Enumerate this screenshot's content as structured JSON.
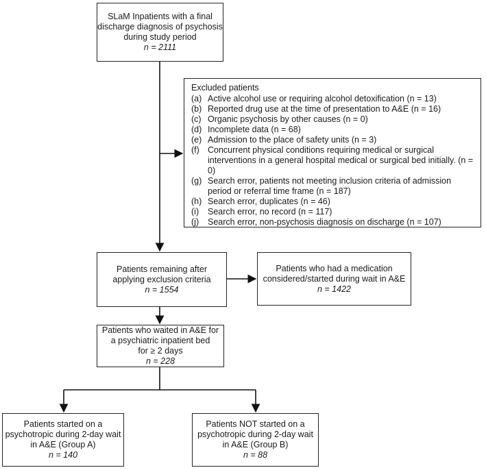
{
  "boxes": {
    "start": {
      "lines": [
        "SLaM Inpatients with a final",
        "discharge diagnosis of psychosis",
        "during study period"
      ],
      "n": "n = 2111"
    },
    "excluded": {
      "title": "Excluded patients",
      "items": [
        {
          "label": "(a)",
          "text": "Active alcohol use or requiring alcohol detoxification (n = 13)"
        },
        {
          "label": "(b)",
          "text": "Reported drug use at the time of presentation to A&E (n = 16)"
        },
        {
          "label": "(c)",
          "text": "Organic psychosis by other causes (n = 0)"
        },
        {
          "label": "(d)",
          "text": "Incomplete data (n = 68)"
        },
        {
          "label": "(e)",
          "text": "Admission to the place of safety units (n = 3)"
        },
        {
          "label": "(f)",
          "text": "Concurrent physical conditions requiring medical or surgical interventions in a general hospital medical or surgical bed initially. (n = 0)"
        },
        {
          "label": "(g)",
          "text": "Search error, patients not meeting inclusion criteria of admission period or referral time frame (n = 187)"
        },
        {
          "label": "(h)",
          "text": "Search error, duplicates (n = 46)"
        },
        {
          "label": "(i)",
          "text": "Search error, no record (n = 117)"
        },
        {
          "label": "(j)",
          "text": "Search error, non-psychosis diagnosis on discharge (n = 107)"
        }
      ]
    },
    "remaining": {
      "lines": [
        "Patients remaining after",
        "applying exclusion criteria"
      ],
      "n": "n = 1554"
    },
    "medication": {
      "lines": [
        "Patients who had a medication",
        "considered/started during wait in A&E"
      ],
      "n": "n = 1422"
    },
    "waited": {
      "lines": [
        "Patients who waited in A&E for",
        "a psychiatric inpatient bed",
        "for ≥ 2 days"
      ],
      "n": "n = 228"
    },
    "groupA": {
      "lines": [
        "Patients started on a",
        "psychotropic during 2-day wait",
        "in A&E (Group A)"
      ],
      "n": "n = 140"
    },
    "groupB": {
      "lines": [
        "Patients NOT started on a",
        "psychotropic during 2-day wait",
        "in A&E (Group B)"
      ],
      "n": "n = 88"
    }
  }
}
